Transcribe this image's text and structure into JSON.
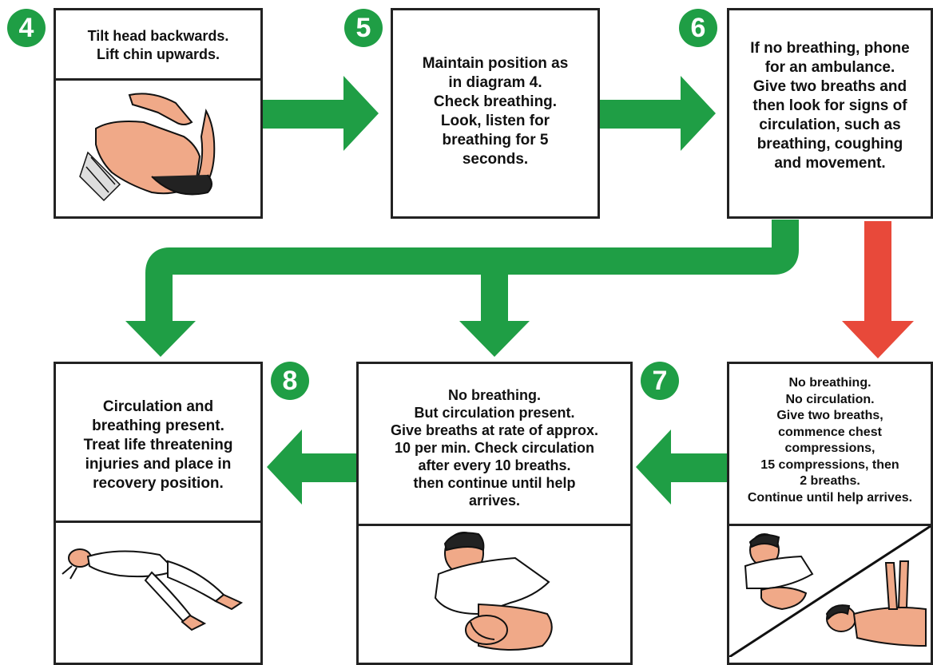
{
  "colors": {
    "green": "#1f9e45",
    "red": "#e8493a",
    "skin": "#f0a988",
    "border": "#222222"
  },
  "steps": [
    {
      "number": "4",
      "text": "Tilt head backwards.\nLift chin upwards."
    },
    {
      "number": "5",
      "text": "Maintain position as\nin diagram 4.\nCheck breathing.\nLook, listen for\nbreathing for 5\nseconds."
    },
    {
      "number": "6",
      "text": "If no breathing, phone\nfor an ambulance.\nGive two breaths and\nthen look for signs of\ncirculation, such as\nbreathing, coughing\nand movement."
    },
    {
      "number": "7",
      "text": "No breathing.\nNo circulation.\nGive two breaths,\ncommence chest\ncompressions,\n15 compressions, then\n2 breaths.\nContinue until help arrives."
    },
    {
      "number": "8",
      "text": "No breathing.\nBut circulation present.\nGive breaths at rate of approx.\n10 per min. Check circulation\nafter every 10 breaths.\nthen continue until help\narrives."
    },
    {
      "number": "",
      "text": "Circulation and\nbreathing present.\nTreat life threatening\ninjuries and place in\nrecovery position."
    }
  ],
  "illustrations": [
    "head-tilt-chin-lift",
    "recovery-position",
    "rescue-breathing",
    "cpr-breaths",
    "chest-compressions"
  ]
}
